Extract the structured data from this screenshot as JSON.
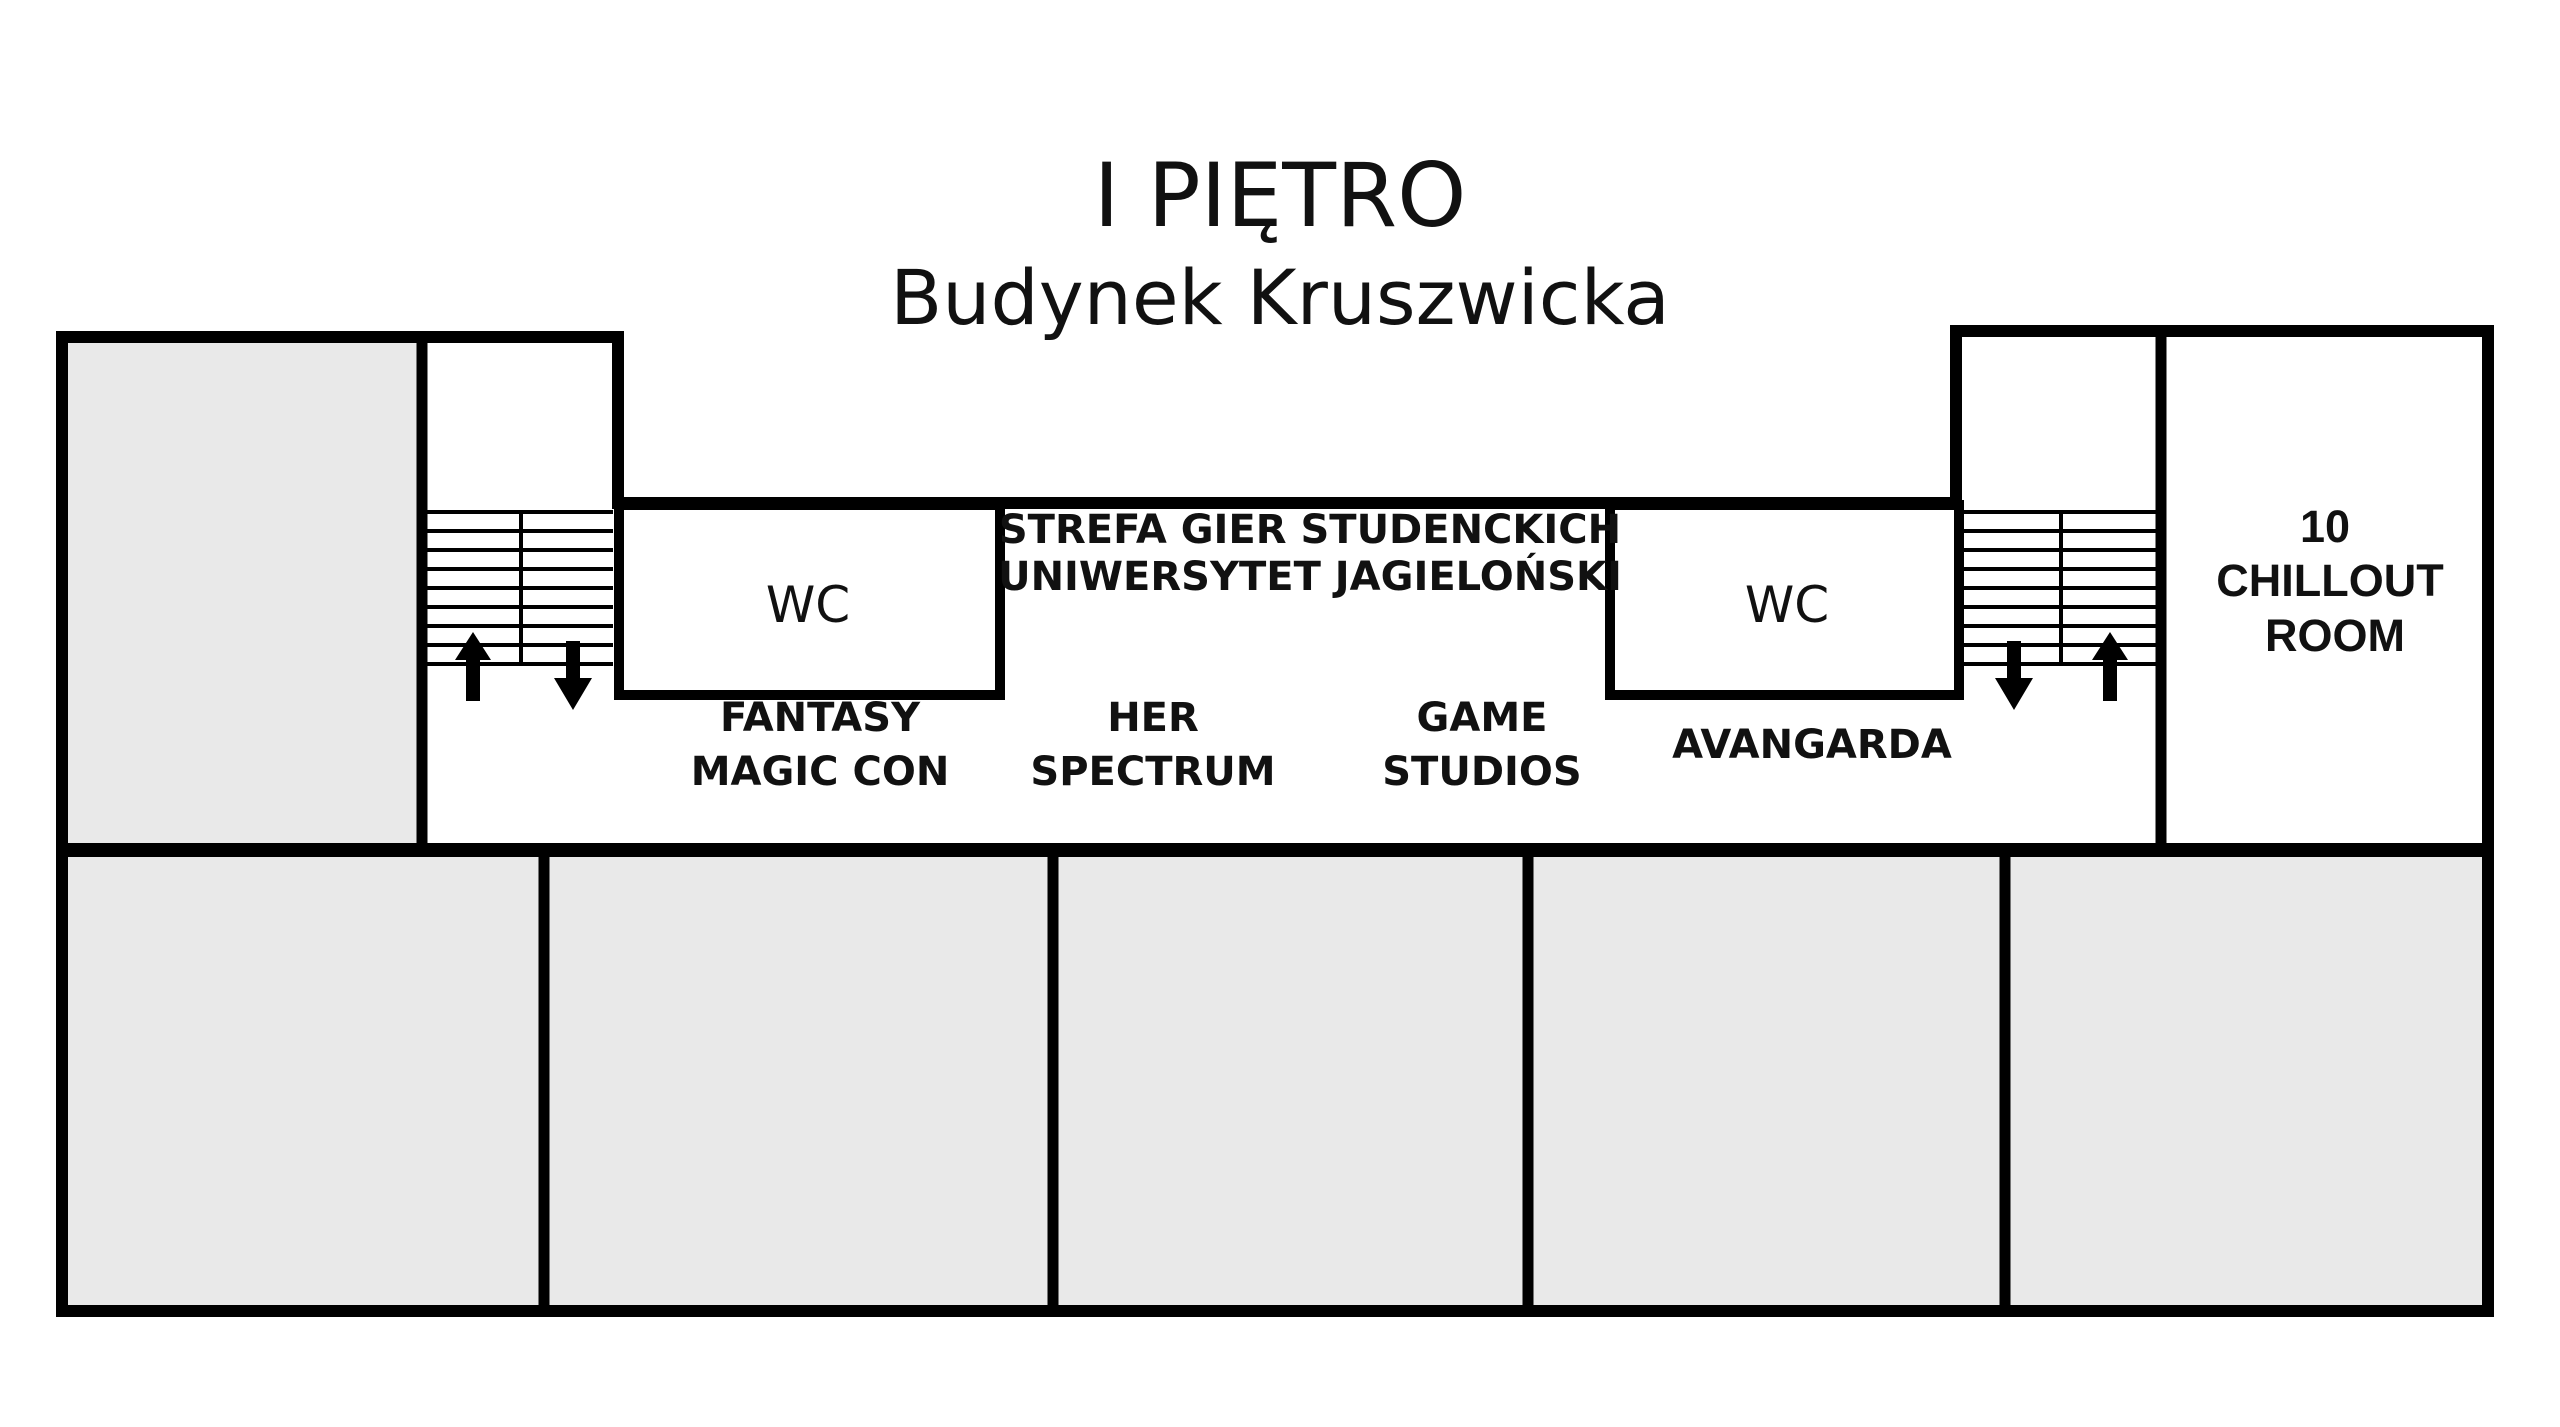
{
  "header": {
    "title": "I PIĘTRO",
    "subtitle": "Budynek Kruszwicka"
  },
  "rooms": {
    "wc_left": "WC",
    "wc_right": "WC",
    "strefa_line1": "STREFA GIER STUDENCKICH",
    "strefa_line2": "UNIWERSYTET JAGIELOŃSKI",
    "chillout_number": "10",
    "chillout_line1": "CHILLOUT",
    "chillout_line2": "ROOM"
  },
  "stands": [
    {
      "line1": "FANTASY",
      "line2": "MAGIC CON"
    },
    {
      "line1": "HER",
      "line2": "SPECTRUM"
    },
    {
      "line1": "GAME",
      "line2": "STUDIOS"
    },
    {
      "line1": "AVANGARDA"
    }
  ],
  "colors": {
    "wall": "#000000",
    "room_fill": "#e9e9e9"
  }
}
